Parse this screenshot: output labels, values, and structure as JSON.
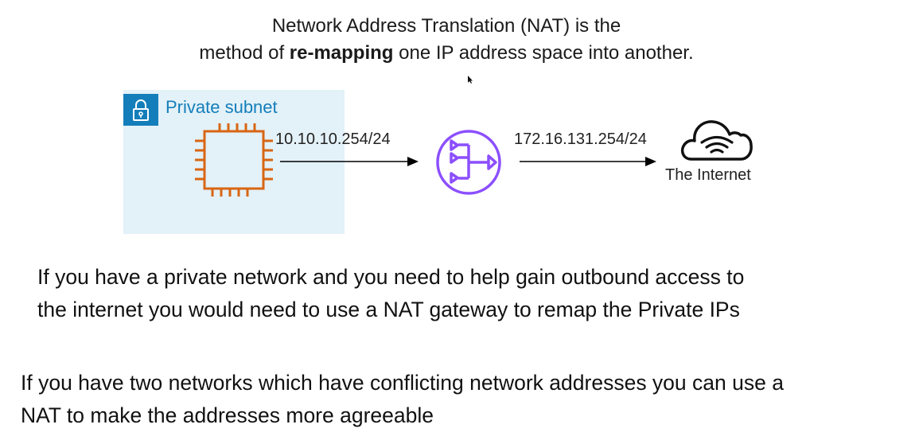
{
  "heading": {
    "line1": "Network Address Translation (NAT) is the",
    "line2_prefix": "method of ",
    "line2_bold": "re-mapping",
    "line2_suffix": " one IP address space into another."
  },
  "diagram": {
    "subnet_label": "Private subnet",
    "private_ip": "10.10.10.254/24",
    "public_ip": "172.16.131.254/24",
    "internet_label": "The Internet",
    "icons": {
      "subnet": "lock-icon",
      "instance": "ec2-instance-icon",
      "gateway": "nat-gateway-icon",
      "internet": "cloud-wifi-icon"
    },
    "colors": {
      "subnet_fill": "#e3f1f8",
      "subnet_accent": "#147eba",
      "instance": "#d86613",
      "gateway": "#8c4fff",
      "arrow": "#000000"
    }
  },
  "paragraphs": {
    "p1_line1": "If you have a private network and you need to help gain outbound access to",
    "p1_line2": "the internet you would need to use a NAT gateway to remap the Private IPs",
    "p2_line1": "If you have two networks which have conflicting network addresses you can use a",
    "p2_line2": "NAT to make the addresses more agreeable"
  }
}
